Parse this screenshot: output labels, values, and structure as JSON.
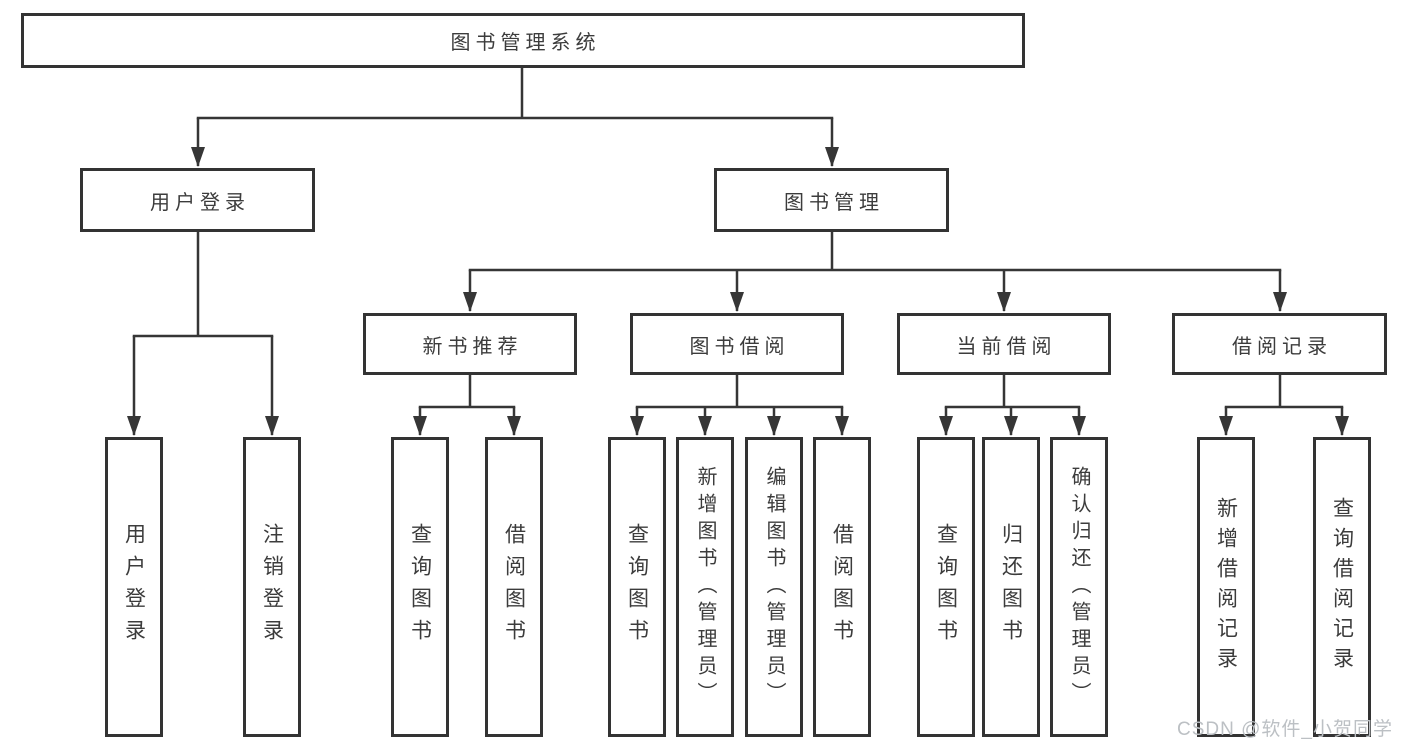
{
  "diagram": {
    "root": {
      "label": "图书管理系统"
    },
    "branches": [
      {
        "label": "用户登录",
        "children": [
          {
            "label": "用户登录"
          },
          {
            "label": "注销登录"
          }
        ]
      },
      {
        "label": "图书管理",
        "children": [
          {
            "label": "新书推荐",
            "children": [
              {
                "label": "查询图书"
              },
              {
                "label": "借阅图书"
              }
            ]
          },
          {
            "label": "图书借阅",
            "children": [
              {
                "label": "查询图书"
              },
              {
                "label": "新增图书（管理员）"
              },
              {
                "label": "编辑图书（管理员）"
              },
              {
                "label": "借阅图书"
              }
            ]
          },
          {
            "label": "当前借阅",
            "children": [
              {
                "label": "查询图书"
              },
              {
                "label": "归还图书"
              },
              {
                "label": "确认归还（管理员）"
              }
            ]
          },
          {
            "label": "借阅记录",
            "children": [
              {
                "label": "新增借阅记录"
              },
              {
                "label": "查询借阅记录"
              }
            ]
          }
        ]
      }
    ]
  },
  "watermark": {
    "text": "CSDN @软件_小贺同学"
  },
  "colors": {
    "line": "#363636",
    "border": "#333333",
    "text": "#3c3c3c",
    "watermark": "#bcc0c4"
  }
}
